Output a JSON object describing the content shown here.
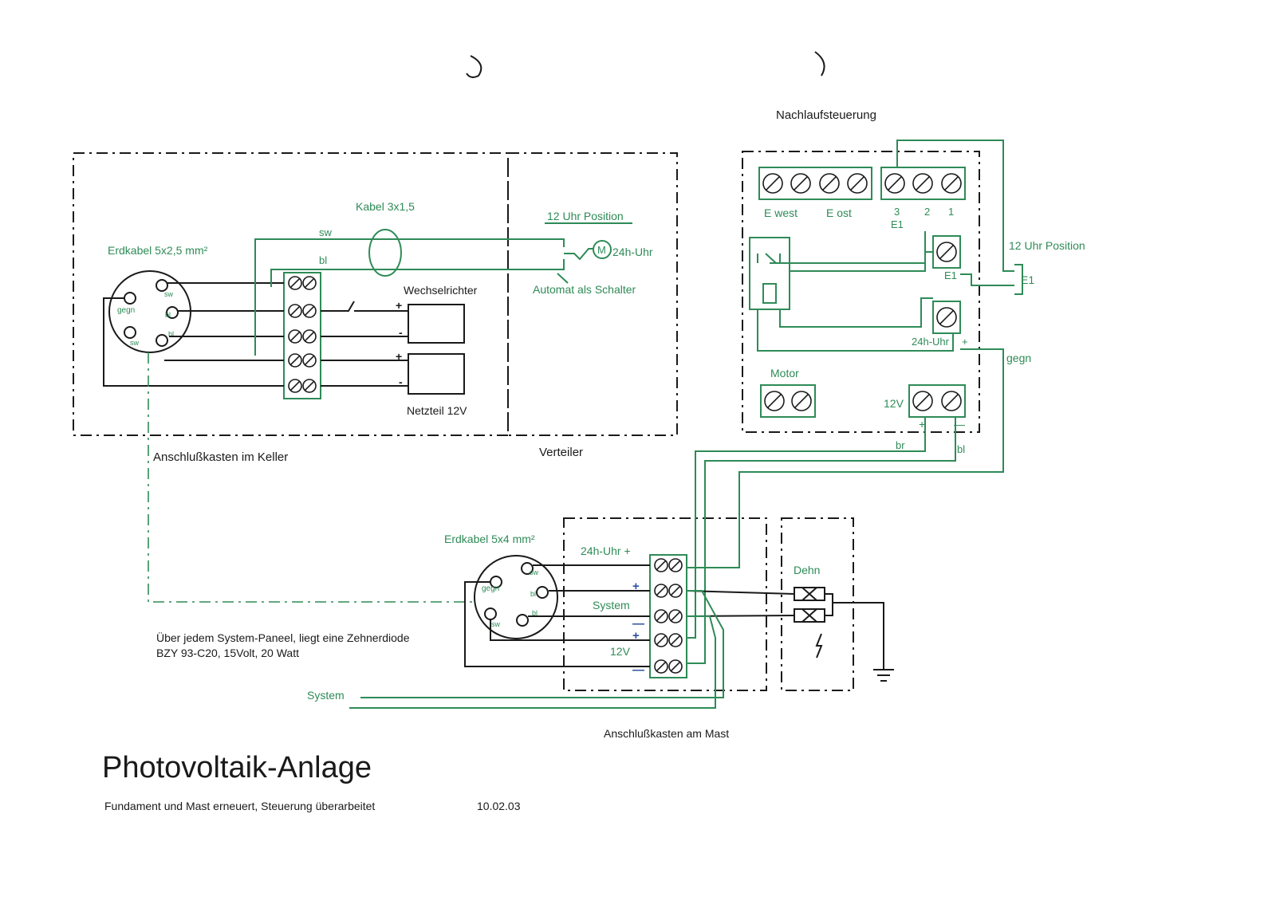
{
  "title": "Photovoltaik-Anlage",
  "subtitle": "Fundament und Mast erneuert, Steuerung überarbeitet",
  "date": "10.02.03",
  "note_line1": "Über jedem System-Paneel, liegt eine Zehnerdiode",
  "note_line2": "BZY 93-C20, 15Volt, 20 Watt",
  "boxes": {
    "keller": "Anschlußkasten im Keller",
    "verteiler": "Verteiler",
    "nachlauf": "Nachlaufsteuerung",
    "mast": "Anschlußkasten am Mast"
  },
  "keller": {
    "erdkabel": "Erdkabel 5x2,5 mm²",
    "kabel": "Kabel 3x1,5",
    "sw": "sw",
    "bl": "bl",
    "wechselrichter": "Wechselrichter",
    "netzteil": "Netzteil  12V",
    "plus": "+",
    "minus": "-"
  },
  "connector1": {
    "gegn": "gegn",
    "sw1": "sw",
    "bl1": "bl",
    "bl2": "bl",
    "sw2": "sw"
  },
  "verteiler": {
    "position": "12 Uhr Position",
    "motor_letter": "M",
    "uhr": "24h-Uhr",
    "automat": "Automat als Schalter"
  },
  "nachlauf": {
    "e_west": "E west",
    "e_ost": "E ost",
    "n3": "3",
    "e1_top": "E1",
    "n2": "2",
    "n1": "1",
    "e1_mid": "E1",
    "uhr": "24h-Uhr",
    "plus": "+",
    "motor": "Motor",
    "v12": "12V",
    "minus": "—",
    "plus2": "+",
    "position": "12 Uhr Position",
    "e1_ext": "E1",
    "gegn": "gegn",
    "br": "br",
    "bl": "bl"
  },
  "mast": {
    "erdkabel": "Erdkabel 5x4 mm²",
    "uhr": "24h-Uhr  +",
    "system": "System",
    "v12": "12V",
    "plus": "+",
    "minus": "—",
    "dehn": "Dehn",
    "system_label": "System"
  },
  "connector2": {
    "gegn": "gegn",
    "sw1": "sw",
    "bl1": "bl",
    "bl2": "bl",
    "sw2": "sw"
  }
}
